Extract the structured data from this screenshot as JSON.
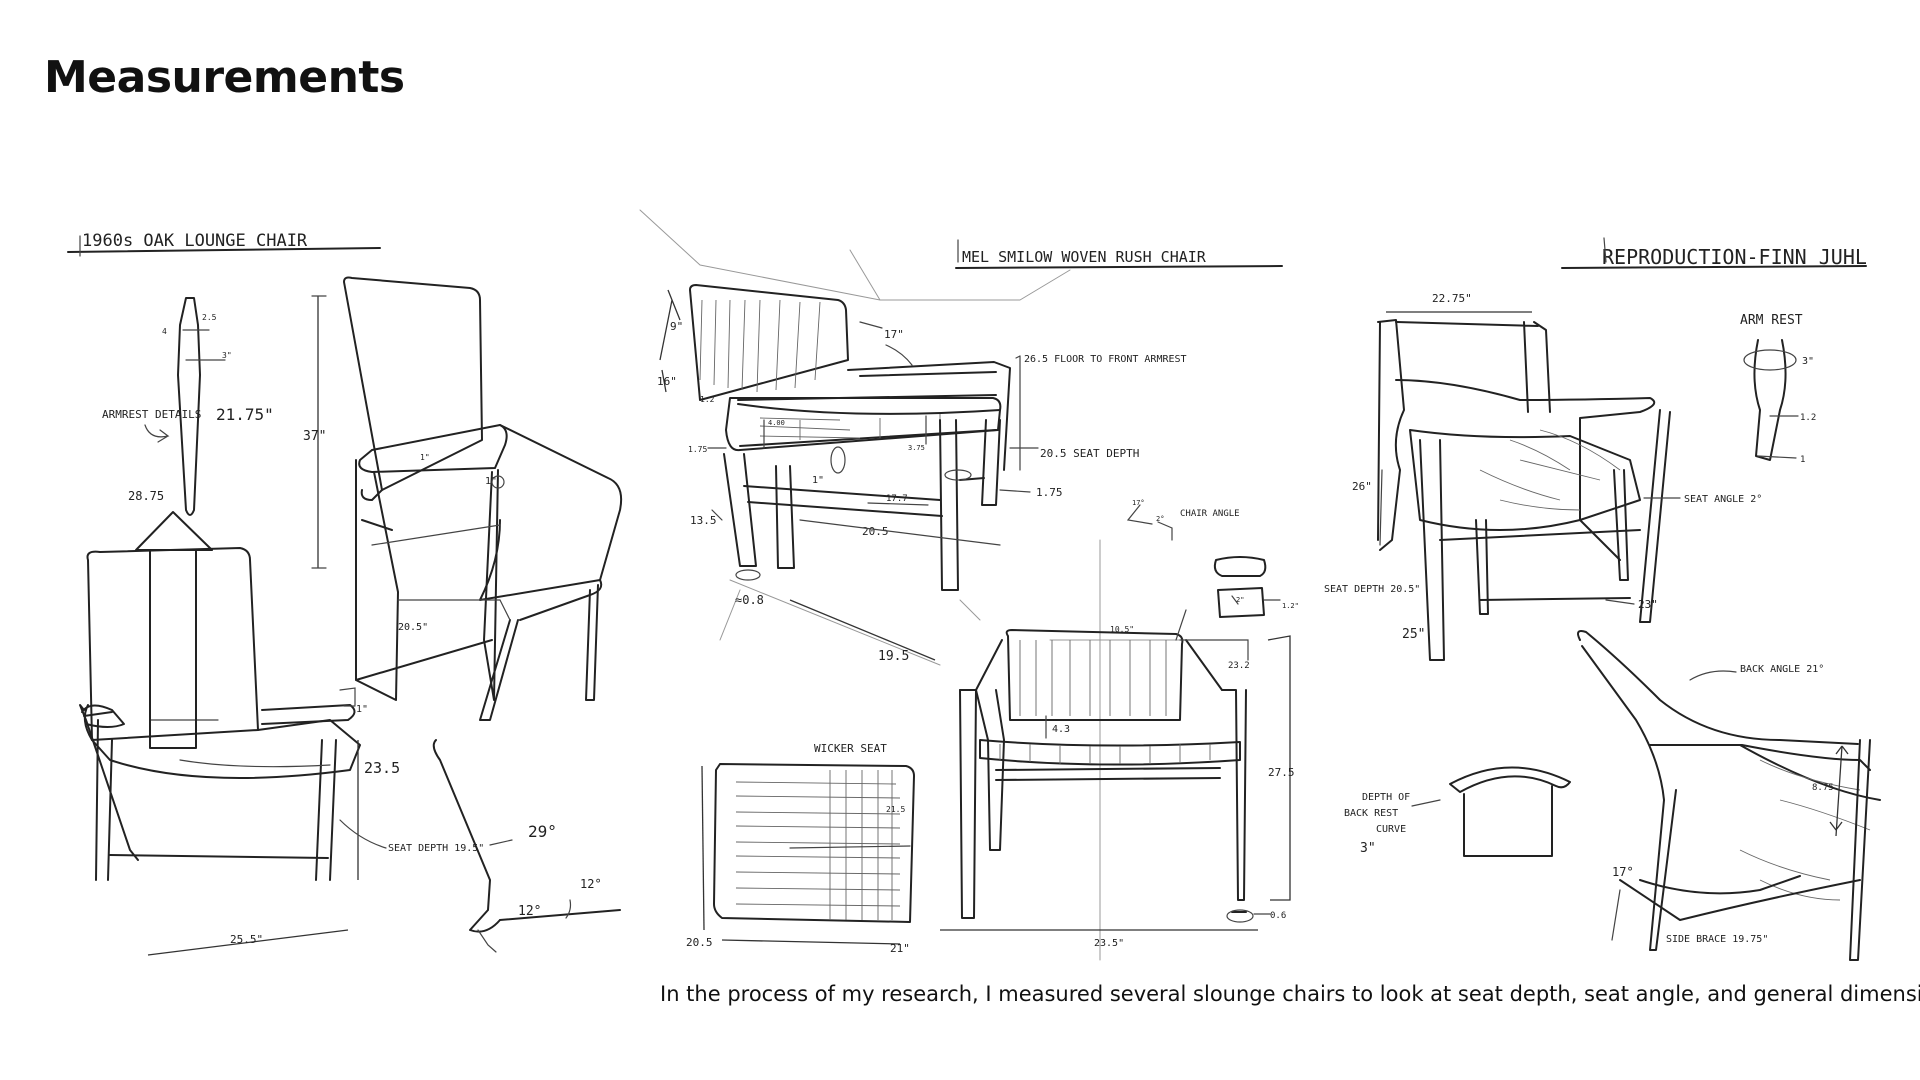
{
  "page": {
    "title": "Measurements",
    "caption": "In the process of my research, I measured several slounge chairs to look at seat depth, seat angle, and general dimensions"
  },
  "oak_chair": {
    "heading": "1960s OAK LOUNGE CHAIR",
    "armrest_label": "ARMREST DETAILS",
    "armrest_len": "21.75\"",
    "armrest_small_1": "4",
    "armrest_small_2": "2.5",
    "armrest_small_3": "3\"",
    "arrow_value": "28.75",
    "height": "37\"",
    "depth_side": "20.5\"",
    "arm_1": "1\"",
    "arm_2": "1\"",
    "arm_3": "1\"",
    "arm_height": "23.5",
    "seat_depth": "SEAT DEPTH 19.5\"",
    "width": "25.5\"",
    "angle_back": "29°",
    "angle_seat": "12°",
    "angle_seat_2": "12°"
  },
  "smilow_chair": {
    "heading": "MEL SMILOW WOVEN RUSH CHAIR",
    "d_9": "9\"",
    "d_16": "16\"",
    "d_17": "17\"",
    "d_floor_armrest": "26.5 FLOOR TO FRONT ARMREST",
    "d_seat_depth": "20.5 SEAT DEPTH",
    "d_175a": "1.75",
    "d_175b": "1.75",
    "d_400": "4.00",
    "d_375": "3.75",
    "d_1": "1\"",
    "d_177": "17.7",
    "d_205": "20.5",
    "d_135": "13.5",
    "d_08": "≈0.8",
    "d_195": "19.5",
    "d_12": "1.2",
    "chair_angle": "CHAIR ANGLE",
    "angle_17": "17°",
    "angle_2": "2°",
    "cross_2": "2\"",
    "cross_12": "1.2\"",
    "d_105": "10.5\"",
    "d_232": "23.2",
    "d_43": "4.3",
    "d_275": "27.5",
    "d_06": "0.6",
    "d_235": "23.5\"",
    "wicker_title": "WICKER SEAT",
    "wicker_215": "21.5",
    "wicker_205": "20.5",
    "wicker_21": "21\""
  },
  "finn_chair": {
    "heading": "REPRODUCTION-FINN JUHL",
    "d_2275": "22.75\"",
    "arm_rest": "ARM REST",
    "arm_3": "3\"",
    "arm_12": "1.2",
    "arm_1": "1",
    "seat_angle": "SEAT ANGLE 2°",
    "d_26": "26\"",
    "seat_depth": "SEAT DEPTH 20.5\"",
    "d_25": "25\"",
    "d_23": "23\"",
    "back_angle": "BACK ANGLE 21°",
    "depth_back_1": "DEPTH OF",
    "depth_back_2": "BACK REST",
    "depth_back_3": "CURVE",
    "depth_back_4": "3\"",
    "d_875": "8.75",
    "d_17": "17°",
    "side_brace": "SIDE BRACE 19.75\""
  }
}
